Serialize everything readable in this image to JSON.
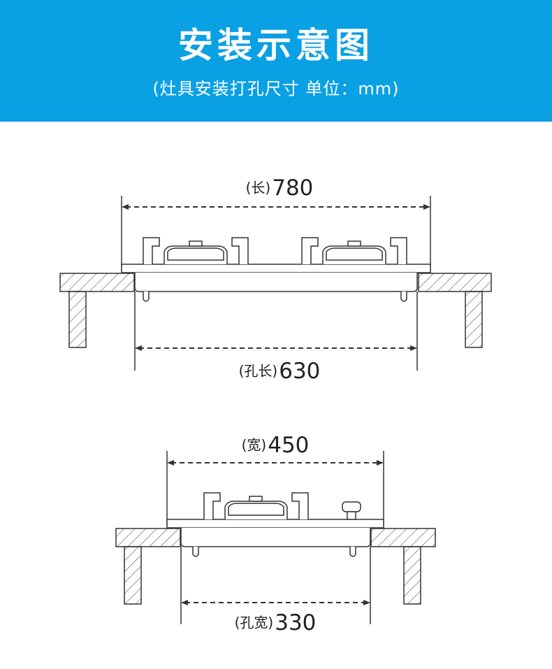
{
  "header": {
    "title": "安装示意图",
    "subtitle": "(灶具安装打孔尺寸 单位：mm)",
    "background": "#0aa0e4"
  },
  "dimensions": {
    "length": {
      "prefix": "(长)",
      "value": "780"
    },
    "hole_length": {
      "prefix": "(孔长)",
      "value": "630"
    },
    "width": {
      "prefix": "(宽)",
      "value": "450"
    },
    "hole_width": {
      "prefix": "(孔宽)",
      "value": "330"
    }
  },
  "colors": {
    "line": "#333333",
    "text": "#222222"
  }
}
